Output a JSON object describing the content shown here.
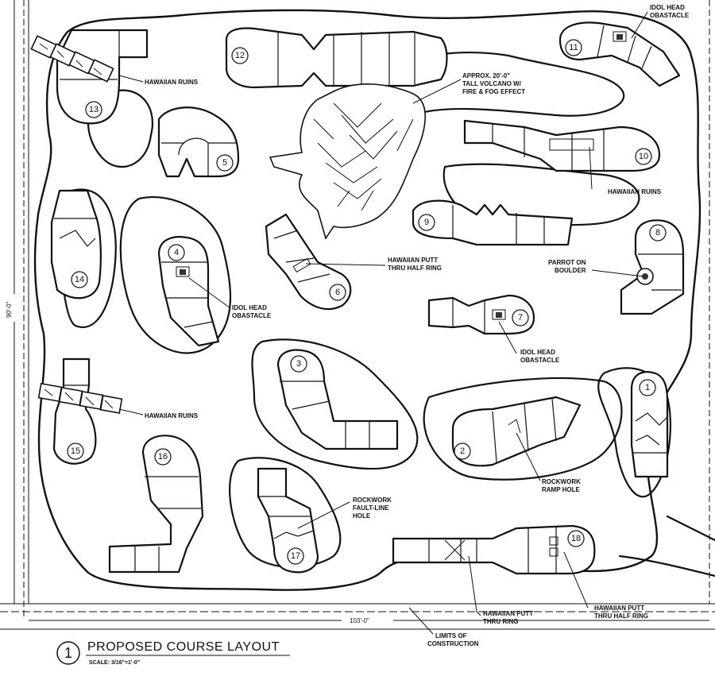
{
  "drawing": {
    "title": "PROPOSED COURSE LAYOUT",
    "title_number": "1",
    "scale": "SCALE: 3/16\"=1'-0\"",
    "dim_width": "103'-0\"",
    "dim_height": "90'-0\"",
    "limits_line1": "LIMITS OF",
    "limits_line2": "CONSTRUCTION"
  },
  "holes": [
    "1",
    "2",
    "3",
    "4",
    "5",
    "6",
    "7",
    "8",
    "9",
    "10",
    "11",
    "12",
    "13",
    "14",
    "15",
    "16",
    "17",
    "18"
  ],
  "callouts": {
    "idol_head_top": [
      "IDOL HEAD",
      "OBASTACLE"
    ],
    "volcano": [
      "APPROX. 20'-0\"",
      "TALL VOLCANO W/",
      "FIRE & FOG EFFECT"
    ],
    "ruins_13": [
      "HAWAIIAN RUINS"
    ],
    "ruins_10": [
      "HAWAIIAN RUINS"
    ],
    "putt_half_ring_6": [
      "HAWAIIAN PUTT",
      "THRU HALF RING"
    ],
    "parrot": [
      "PARROT ON",
      "BOULDER"
    ],
    "idol_head_4": [
      "IDOL HEAD",
      "OBASTACLE"
    ],
    "idol_head_7": [
      "IDOL HEAD",
      "OBASTACLE"
    ],
    "ruins_15": [
      "HAWAIIAN RUINS"
    ],
    "rockwork_ramp": [
      "ROCKWORK",
      "RAMP HOLE"
    ],
    "rockwork_fault": [
      "ROCKWORK",
      "FAULT-LINE",
      "HOLE"
    ],
    "putt_ring": [
      "HAWAIIAN PUTT",
      "THRU RING"
    ],
    "putt_half_ring_18": [
      "HAWAIIAN PUTT",
      "THRU HALF RING"
    ]
  }
}
